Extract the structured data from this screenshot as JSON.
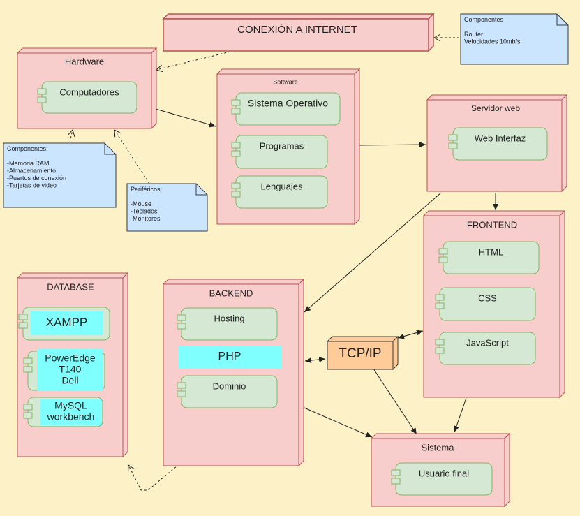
{
  "colors": {
    "background": "#fdf1c8",
    "node_fill": "#f8cecc",
    "node_stroke": "#b85450",
    "component_fill": "#d5e8d4",
    "component_stroke": "#82b366",
    "note_fill": "#cce5ff",
    "note_stroke": "#36393d",
    "highlight_fill": "#80ffff",
    "tcp_fill": "#ffcc99",
    "tcp_stroke": "#36393d",
    "edge": "#222222"
  },
  "nodes": {
    "internet": {
      "title": "CONEXIÓN A INTERNET"
    },
    "hardware": {
      "title": "Hardware",
      "components": [
        "Computadores"
      ]
    },
    "software": {
      "title": "Software",
      "components": [
        "Sistema Operativo",
        "Programas",
        "Lenguajes"
      ]
    },
    "servidor_web": {
      "title": "Servidor web",
      "components": [
        "Web Interfaz"
      ]
    },
    "frontend": {
      "title": "FRONTEND",
      "components": [
        "HTML",
        "CSS",
        "JavaScript"
      ]
    },
    "database": {
      "title": "DATABASE",
      "components": [
        "XAMPP",
        [
          "PowerEdge",
          "T140",
          "Dell"
        ],
        [
          "MySQL",
          "workbench"
        ]
      ]
    },
    "backend": {
      "title": "BACKEND",
      "components": [
        "Hosting",
        "PHP",
        "Dominio"
      ]
    },
    "tcp": {
      "title": "TCP/IP"
    },
    "sistema": {
      "title": "Sistema",
      "components": [
        "Usuario final"
      ]
    }
  },
  "notes": {
    "router": {
      "lines": [
        "Componentes",
        "",
        "Router",
        "Velocidades 10mb/s"
      ]
    },
    "componentes_hw": {
      "lines": [
        "Componentes:",
        "",
        "-Memoria RAM",
        "-Almacenamiento",
        "-Puertos de conexión",
        "-Tarjetas de video"
      ]
    },
    "perifericos": {
      "lines": [
        "Periféricos:",
        "",
        "-Mouse",
        "-Teclados",
        "-Monitores"
      ]
    }
  }
}
